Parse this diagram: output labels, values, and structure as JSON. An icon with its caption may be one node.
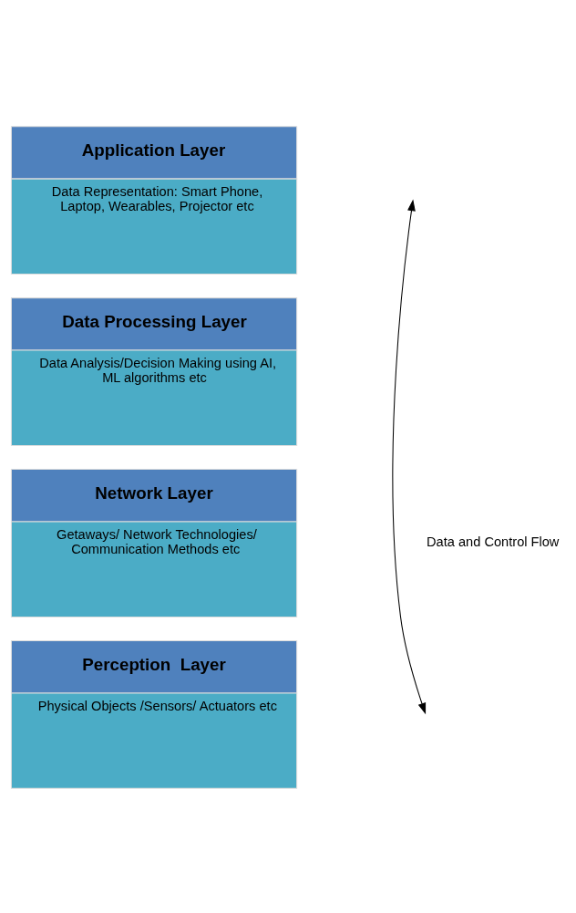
{
  "diagram": {
    "nodes": [
      {
        "text": [
          "Application Layer",
          "Data Representation: Smart Phone, Laptop, Wearables, Projector etc"
        ]
      },
      {
        "text": [
          "Data Processing Layer",
          "Data Analysis/Decision Making using AI, ML algorithms etc"
        ]
      },
      {
        "text": [
          "Network Layer",
          "Getaways/ Network Technologies/ Communication Methods etc"
        ]
      },
      {
        "text": [
          "Perception  Layer",
          "Physical Objects /Sensors/ Actuators etc"
        ]
      }
    ],
    "labels": [
      "Data and Control Flow"
    ]
  }
}
